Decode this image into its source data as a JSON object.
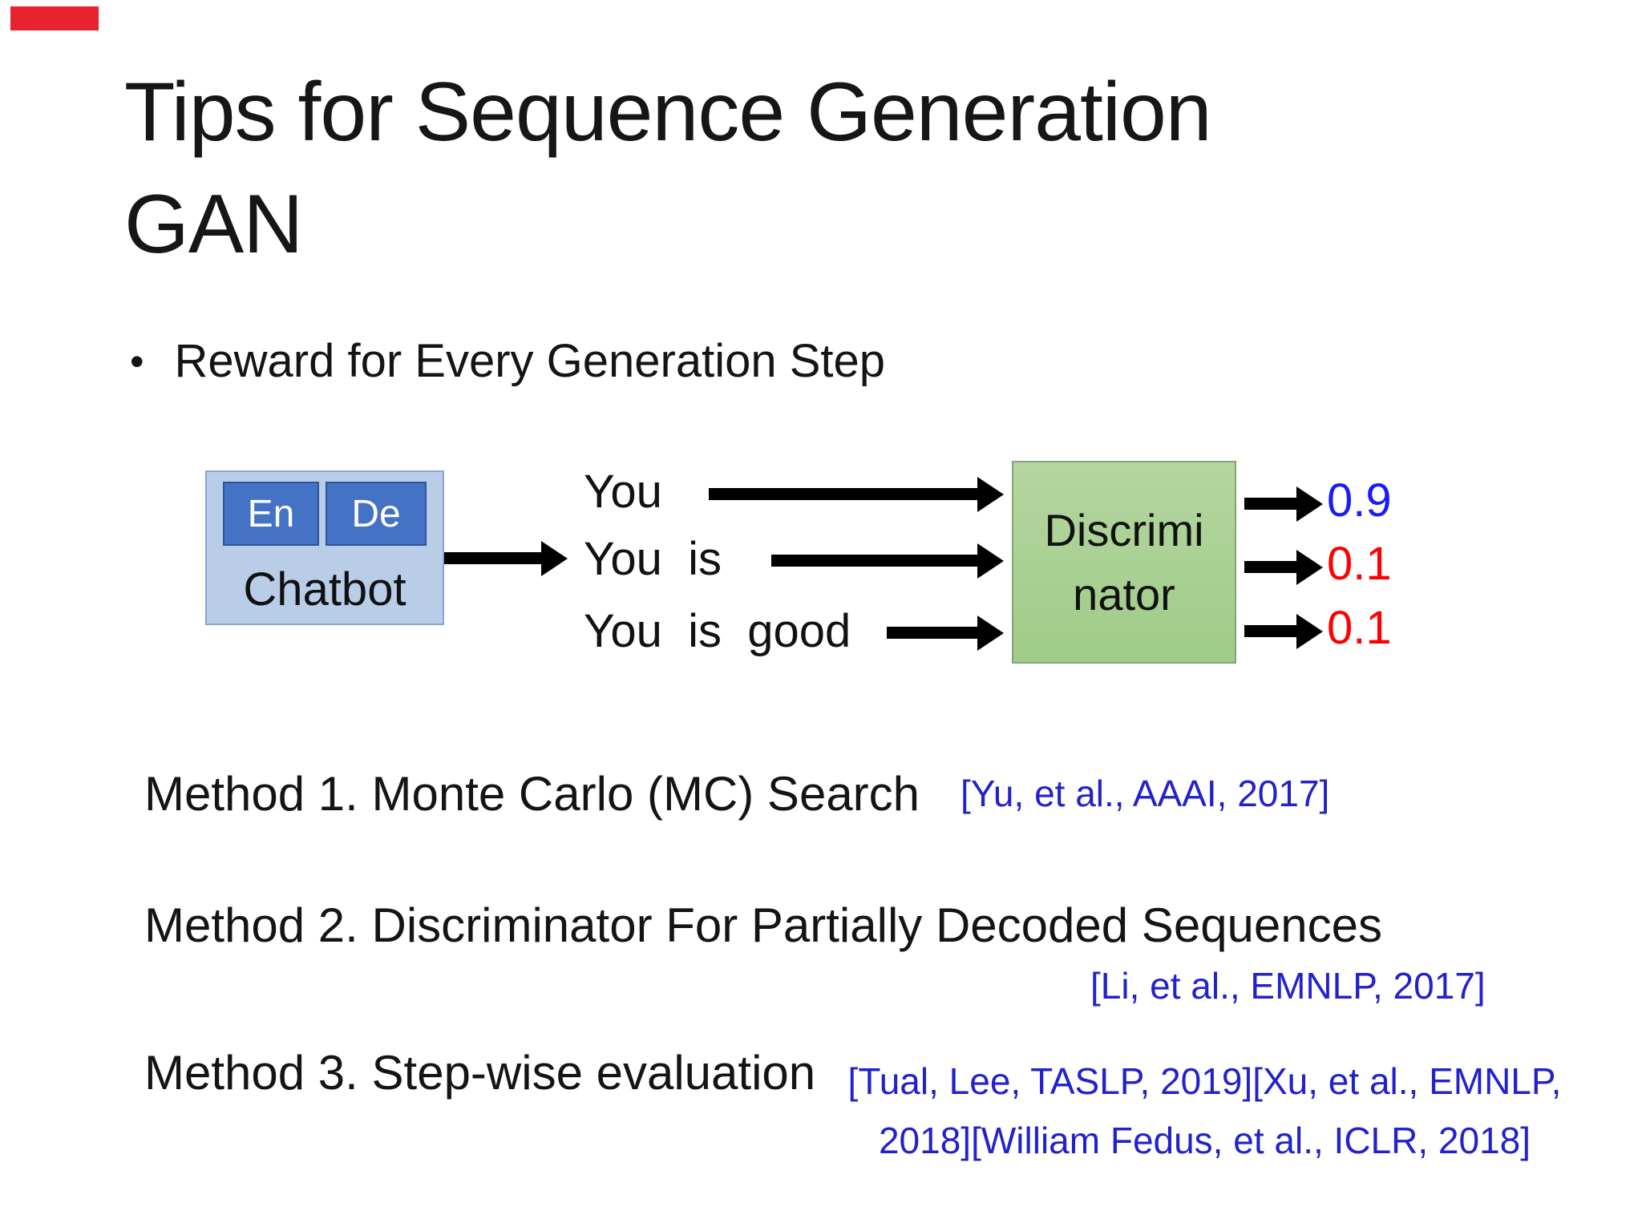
{
  "slide": {
    "red_marker_color": "#e82330",
    "title": "Tips for Sequence Generation\nGAN",
    "bullet_marker": "•",
    "bullet_text": "Reward for Every Generation Step"
  },
  "diagram": {
    "chatbot_label": "Chatbot",
    "encoder_label": "En",
    "decoder_label": "De",
    "sequences": [
      "You",
      "You  is",
      "You  is  good"
    ],
    "discriminator_label": "Discrimi\nnator",
    "outputs": [
      {
        "value": "0.9",
        "color": "#1a1aff"
      },
      {
        "value": "0.1",
        "color": "#fe0000"
      },
      {
        "value": "0.1",
        "color": "#fe0000"
      }
    ],
    "colors": {
      "chatbot_fill": "#b9cde9",
      "chatbot_border": "#86a7d1",
      "encoder_decoder_fill": "#4472c4",
      "discriminator_fill": "#a6cd92",
      "arrow": "#000000"
    }
  },
  "methods": [
    {
      "text": "Method 1. Monte Carlo (MC) Search",
      "citation": "[Yu, et al., AAAI, 2017]"
    },
    {
      "text": "Method 2. Discriminator For Partially Decoded Sequences",
      "citation": "[Li, et al., EMNLP, 2017]"
    },
    {
      "text": "Method 3. Step-wise evaluation",
      "citation": "[Tual, Lee, TASLP, 2019][Xu, et al., EMNLP,\n2018][William Fedus, et al., ICLR, 2018]"
    }
  ]
}
